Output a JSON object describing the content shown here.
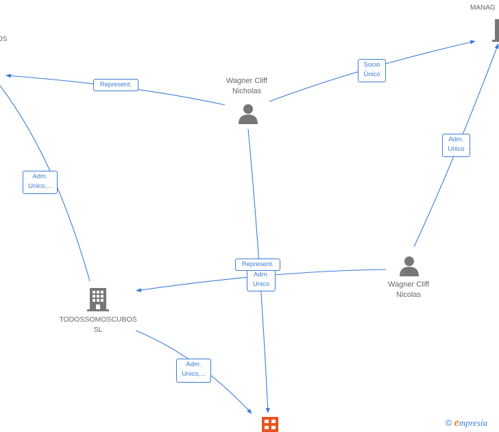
{
  "nodes": {
    "person_top": {
      "label_line1": "Wagner Cliff",
      "label_line2": "Nicholas",
      "icon": "person-icon"
    },
    "person_right": {
      "label_line1": "Wagner Cliff",
      "label_line2": "Nicolas",
      "icon": "person-icon"
    },
    "company_main": {
      "label_line1": "TODOSSOMOSCUBOS",
      "label_line2": "SL",
      "icon": "building-icon"
    },
    "company_target": {
      "label": "",
      "icon": "building-icon",
      "color": "#e8521f"
    },
    "company_topright": {
      "label_partial": "MANAG",
      "icon": "building-icon"
    },
    "company_left": {
      "label_partial": "OS"
    }
  },
  "edges": {
    "represent_left": "Represent.",
    "socio_unico_line1": "Socio",
    "socio_unico_line2": "Único",
    "adm_unico_right_line1": "Adm.",
    "adm_unico_right_line2": "Unico",
    "adm_unico_left_line1": "Adm.",
    "adm_unico_left_line2": "Unico,...",
    "represent_center": "Represent.",
    "adm_unico_center_line1": "Adm.",
    "adm_unico_center_line2": "Unico",
    "adm_unico_bottom_line1": "Adm.",
    "adm_unico_bottom_line2": "Unico,..."
  },
  "footer": {
    "copyright": "©",
    "brand_initial": "e",
    "brand_rest": "mpresia"
  },
  "colors": {
    "edge": "#3a7bd5",
    "node_gray": "#777777",
    "target": "#e8521f"
  }
}
